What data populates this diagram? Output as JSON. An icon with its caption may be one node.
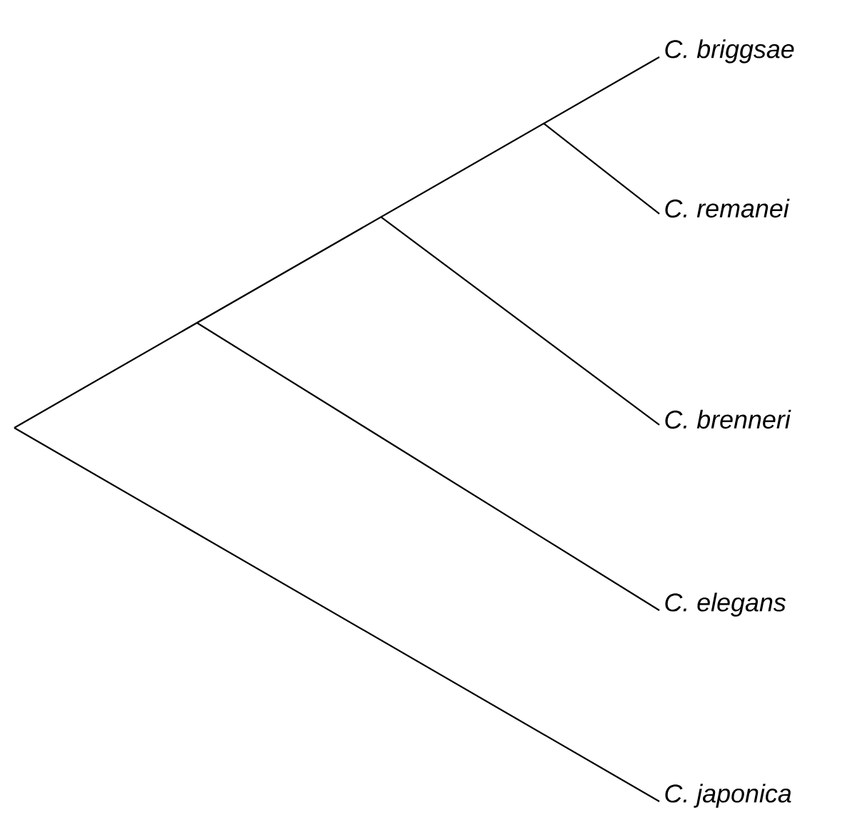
{
  "diagram": {
    "labels": [
      "C. briggsae",
      "C. remanei",
      "C. brenneri",
      "C. elegans",
      "C. japonica"
    ]
  }
}
